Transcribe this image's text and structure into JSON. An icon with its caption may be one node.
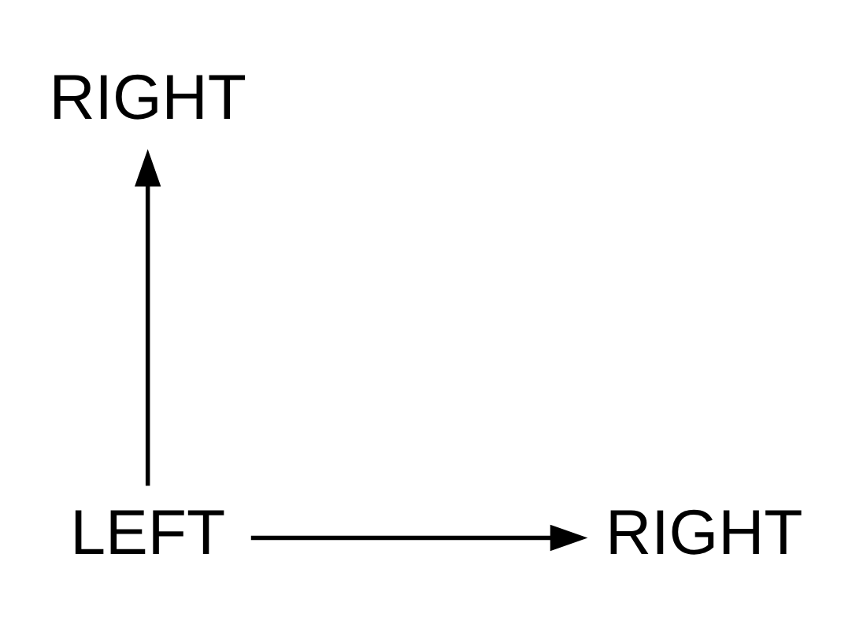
{
  "diagram": {
    "nodes": [
      {
        "text": [
          "RIGHT"
        ]
      },
      {
        "text": [
          "LEFT"
        ]
      },
      {
        "text": [
          "RIGHT"
        ]
      }
    ],
    "edges": [
      {
        "from": 1,
        "to": 0,
        "arrow": "to"
      },
      {
        "from": 1,
        "to": 2,
        "arrow": "to"
      }
    ]
  }
}
